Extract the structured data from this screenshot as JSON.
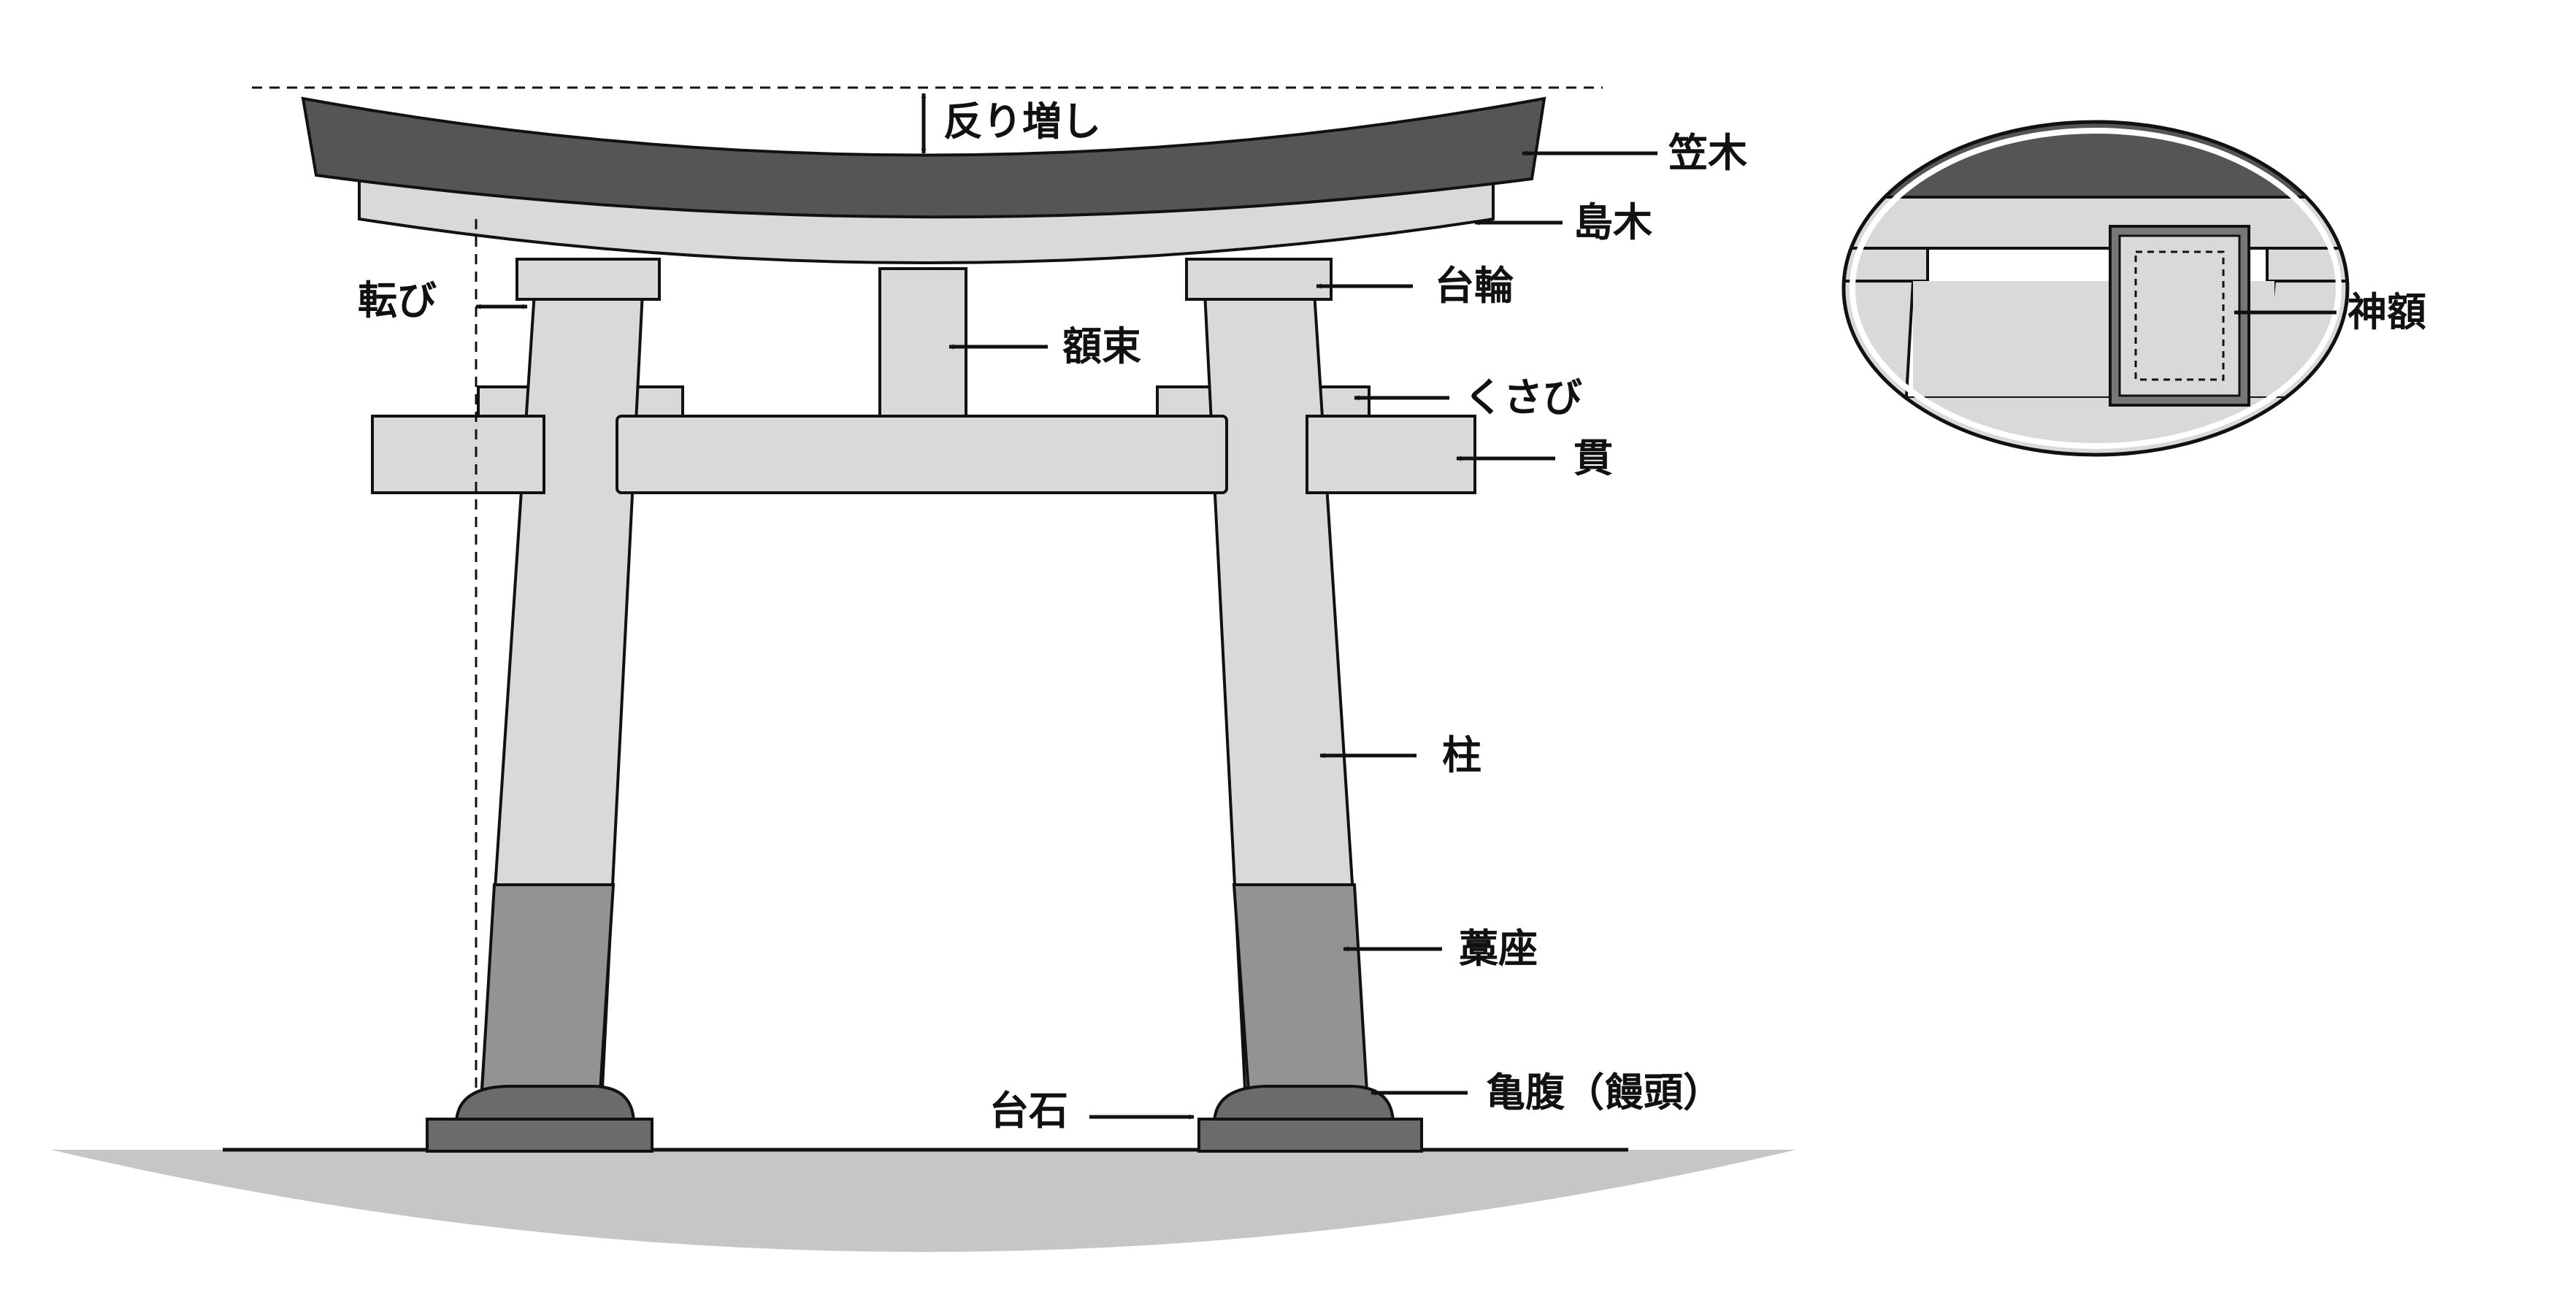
{
  "labels": {
    "sori_mashi": "反り増し",
    "kasagi": "笠木",
    "shimaki": "島木",
    "daiwa": "台輪",
    "korobi": "転び",
    "gakuzuka": "額束",
    "kusabi": "くさび",
    "nuki": "貫",
    "hashira": "柱",
    "wara_za": "藁座",
    "kame_bara": "亀腹（饅頭）",
    "daiishi": "台石",
    "shingaku": "神額"
  },
  "colors": {
    "kasagi": "#555555",
    "light_part": "#d9d9d9",
    "wara_za": "#939393",
    "kame_bara": "#6b6b6b",
    "ground": "#c6c6c6",
    "stroke": "#111111",
    "background": "#ffffff"
  }
}
